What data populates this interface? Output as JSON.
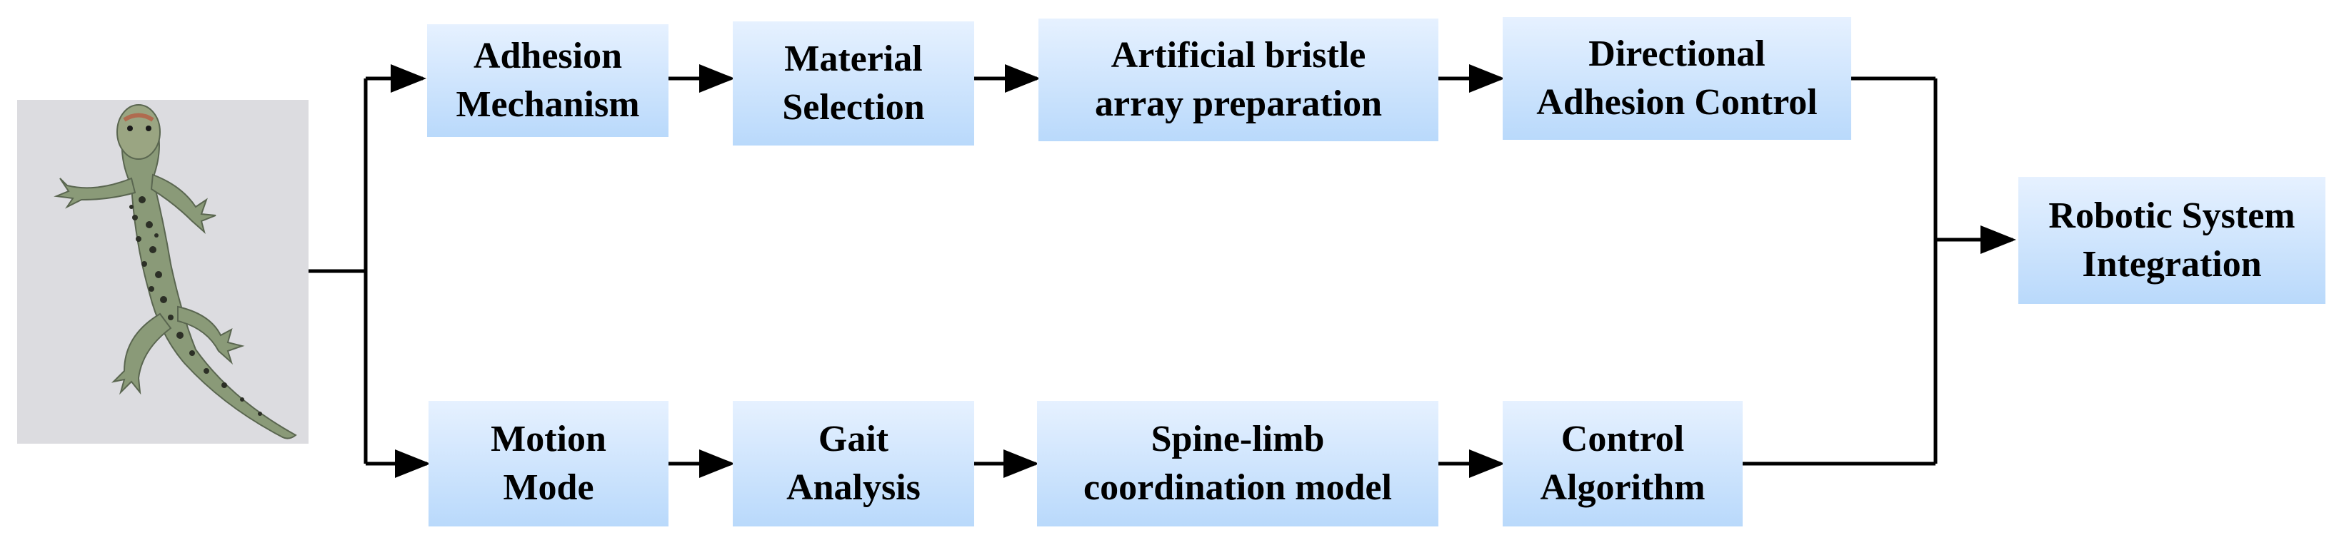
{
  "top_row": [
    {
      "line1": "Adhesion",
      "line2": "Mechanism"
    },
    {
      "line1": "Material",
      "line2": "Selection"
    },
    {
      "line1": "Artificial bristle",
      "line2": "array preparation"
    },
    {
      "line1": "Directional",
      "line2": "Adhesion Control"
    }
  ],
  "bottom_row": [
    {
      "line1": "Motion",
      "line2": "Mode"
    },
    {
      "line1": "Gait",
      "line2": "Analysis"
    },
    {
      "line1": "Spine-limb",
      "line2": "coordination model"
    },
    {
      "line1": "Control",
      "line2": "Algorithm"
    }
  ],
  "output": {
    "line1": "Robotic System",
    "line2": "Integration"
  },
  "colors": {
    "box_top": "#e6f1ff",
    "box_bottom": "#b9d9fb",
    "line": "#000000"
  }
}
